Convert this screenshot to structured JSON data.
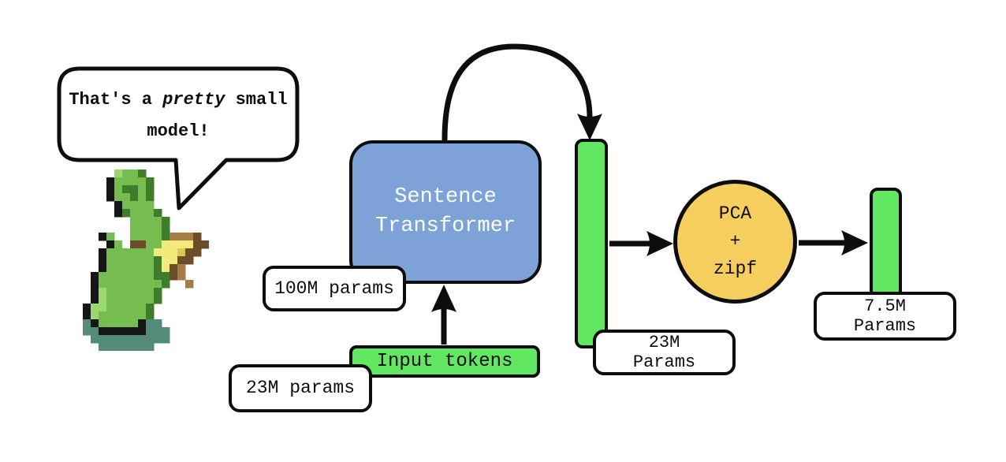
{
  "speech": {
    "line1_pre": "That's a ",
    "line1_italic": "pretty",
    "line1_post": " small",
    "line2": "model!"
  },
  "transformer": {
    "line1": "Sentence",
    "line2": "Transformer"
  },
  "input_tokens": {
    "label": "Input tokens"
  },
  "pca": {
    "line1": "PCA",
    "line2": "+",
    "line3": "zipf"
  },
  "labels": {
    "params_100m": "100M params",
    "params_23m": "23M params",
    "embedding_23m_line1": "23M",
    "embedding_23m_line2": "Params",
    "embedding_75m_line1": "7.5M",
    "embedding_75m_line2": "Params"
  },
  "colors": {
    "transformer_blue": "#7da2d8",
    "token_green": "#62e762",
    "pca_yellow": "#f6ce5e",
    "outline_black": "#0d0d0d",
    "label_white": "#ffffff"
  },
  "sprite": {
    "name": "green-duck-with-leek-pixel-sprite",
    "cell": 10,
    "palette": {
      "K": "#161616",
      "D": "#3f7d2c",
      "G": "#74bd4e",
      "L": "#9bd96f",
      "W": "#ffffff",
      "Y": "#f2ea7a",
      "y": "#d9c75e",
      "B": "#a87b45",
      "b": "#6d4d29",
      "T": "#538b7b"
    },
    "rows": [
      "....LGGD........",
      "...KGGGGD.......",
      "...KGDDGD.......",
      "...KGGDGD.......",
      "....KGGGG.......",
      "....KDGGGD......",
      "......GGGGD.....",
      "......GGGGD.....",
      "..KG.WGGGGDBBBb.",
      "...KGWbbGGYYYYbb",
      "..KGGGGGGYYYybb.",
      "..KGGGGGGDYYbb..",
      "..KGGGGGGDYbB...",
      ".KGGGGGGGDDbB...",
      ".KGGGGGGGGD..B..",
      ".KLGGGGGGD......",
      ".KLGGGGGGD......",
      "KLLGGGGGD.......",
      "KLGGGGGGD.......",
      "TKGGGGGKTT......",
      "TTKKKKKKTTT.....",
      ".TTTTTTTTTT.....",
      "..TTTTTTT......."
    ]
  }
}
